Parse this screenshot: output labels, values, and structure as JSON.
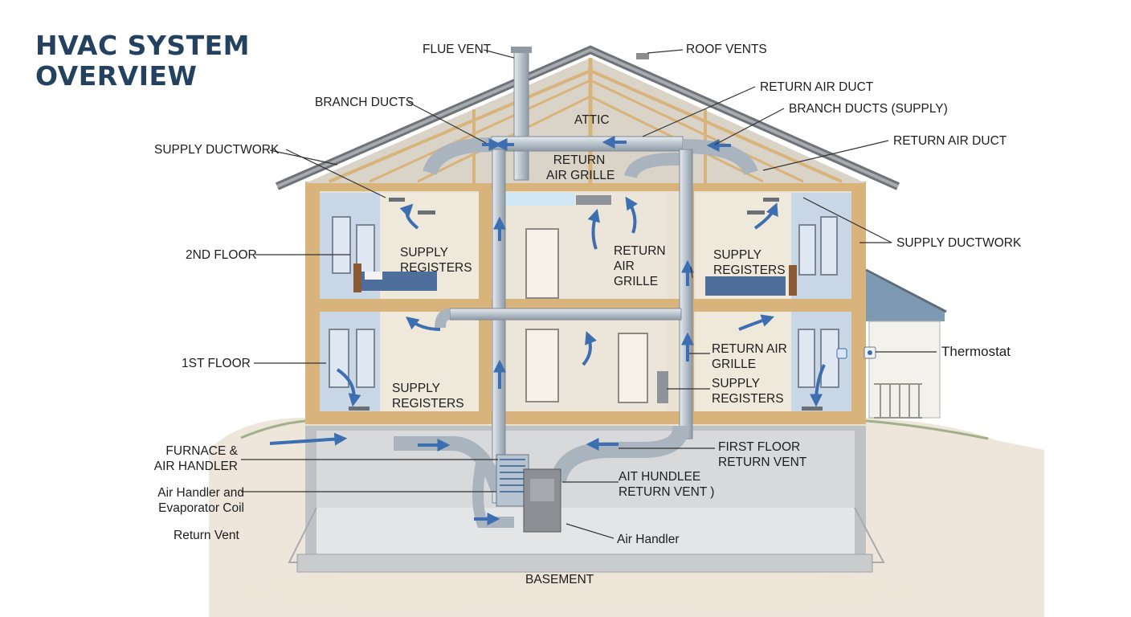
{
  "title": {
    "line1": "HVAC SYSTEM",
    "line2": "OVERVIEW"
  },
  "labels": {
    "flue_vent": "FLUE VENT",
    "roof_vents": "ROOF VENTS",
    "return_air_duct_top": "RETURN AIR DUCT",
    "branch_ducts": "BRANCH DUCTS",
    "branch_ducts_supply": "BRANCH DUCTS (SUPPLY)",
    "attic": "ATTIC",
    "return_air_duct_right": "RETURN AIR DUCT",
    "supply_ductwork_left": "SUPPLY DUCTWORK",
    "return_air_grille_attic": [
      "RETURN",
      "AIR GRILLE"
    ],
    "supply_ductwork_right": "SUPPLY DUCTWORK",
    "second_floor": "2ND FLOOR",
    "supply_registers_2f_left": [
      "SUPPLY",
      "REGISTERS"
    ],
    "return_air_grille_2f": [
      "RETURN",
      "AIR",
      "GRILLE"
    ],
    "supply_registers_2f_right": [
      "SUPPLY",
      "REGISTERS"
    ],
    "first_floor": "1ST FLOOR",
    "return_air_grille_1f": [
      "RETURN AIR",
      "GRILLE"
    ],
    "thermostat": "Thermostat",
    "supply_registers_1f_left": [
      "SUPPLY",
      "REGISTERS"
    ],
    "supply_registers_1f_right": [
      "SUPPLY",
      "REGISTERS"
    ],
    "furnace_air_handler": [
      "FURNACE &",
      "AIR HANDLER"
    ],
    "first_floor_return_vent": [
      "FIRST FLOOR",
      "RETURN VENT"
    ],
    "air_handler_evap_coil": [
      "Air Handler and",
      "Evaporator Coil"
    ],
    "air_handlee_return_vent": [
      "AIT HUNDLEE",
      "RETURN VENT )"
    ],
    "return_vent": "Return Vent",
    "air_handler": "Air Handler",
    "basement": "BASEMENT"
  },
  "colors": {
    "title": "#24425f",
    "wood": "#d8b47c",
    "duct": "#b8c2cc",
    "air_arrow": "#3d6fb0",
    "wall_blue": "#c8d6e6",
    "room_beige": "#e8dfcf",
    "roof": "#8b8d92"
  }
}
